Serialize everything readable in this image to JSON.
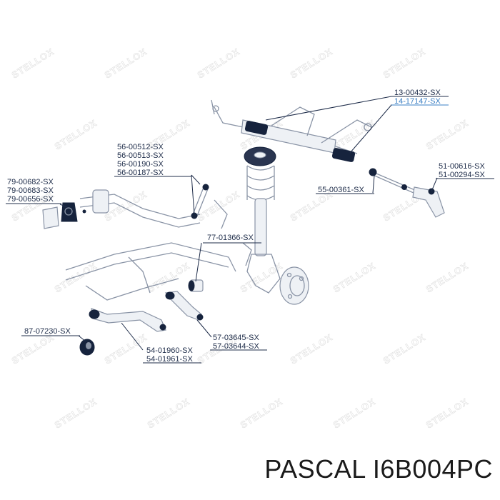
{
  "diagram": {
    "watermark_text": "STELLOX",
    "highlight_color": "#3a7fc4",
    "label_color": "#1f2d4a",
    "part_groups": [
      {
        "id": "g1",
        "numbers": [
          "13-00432-SX",
          "14-17147-SX"
        ]
      },
      {
        "id": "g2",
        "numbers": [
          "56-00512-SX",
          "56-00513-SX",
          "56-00190-SX",
          "56-00187-SX"
        ]
      },
      {
        "id": "g3",
        "numbers": [
          "79-00682-SX",
          "79-00683-SX",
          "79-00656-SX"
        ]
      },
      {
        "id": "g4",
        "numbers": [
          "51-00616-SX",
          "51-00294-SX"
        ]
      },
      {
        "id": "g5",
        "numbers": [
          "55-00361-SX"
        ]
      },
      {
        "id": "g6",
        "numbers": [
          "77-01366-SX"
        ]
      },
      {
        "id": "g7",
        "numbers": [
          "87-07230-SX"
        ]
      },
      {
        "id": "g8",
        "numbers": [
          "57-03645-SX",
          "57-03644-SX"
        ]
      },
      {
        "id": "g9",
        "numbers": [
          "54-01960-SX",
          "54-01961-SX"
        ]
      }
    ],
    "highlighted_part": "14-17147-SX"
  },
  "brand": {
    "text": "PASCAL I6B004PC"
  }
}
